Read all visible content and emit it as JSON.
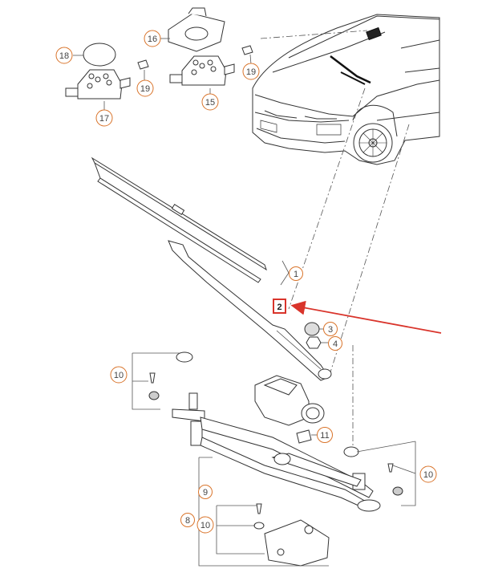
{
  "diagram": {
    "accent_color": "#d9342b",
    "line_color": "#333333",
    "callouts": {
      "c1": "1",
      "c2": "2",
      "c3": "3",
      "c4": "4",
      "c8": "8",
      "c9": "9",
      "c10a": "10",
      "c10b": "10",
      "c10c": "10",
      "c11": "11",
      "c15": "15",
      "c16": "16",
      "c17": "17",
      "c18": "18",
      "c19a": "19",
      "c19b": "19"
    },
    "highlighted_part": "2"
  }
}
